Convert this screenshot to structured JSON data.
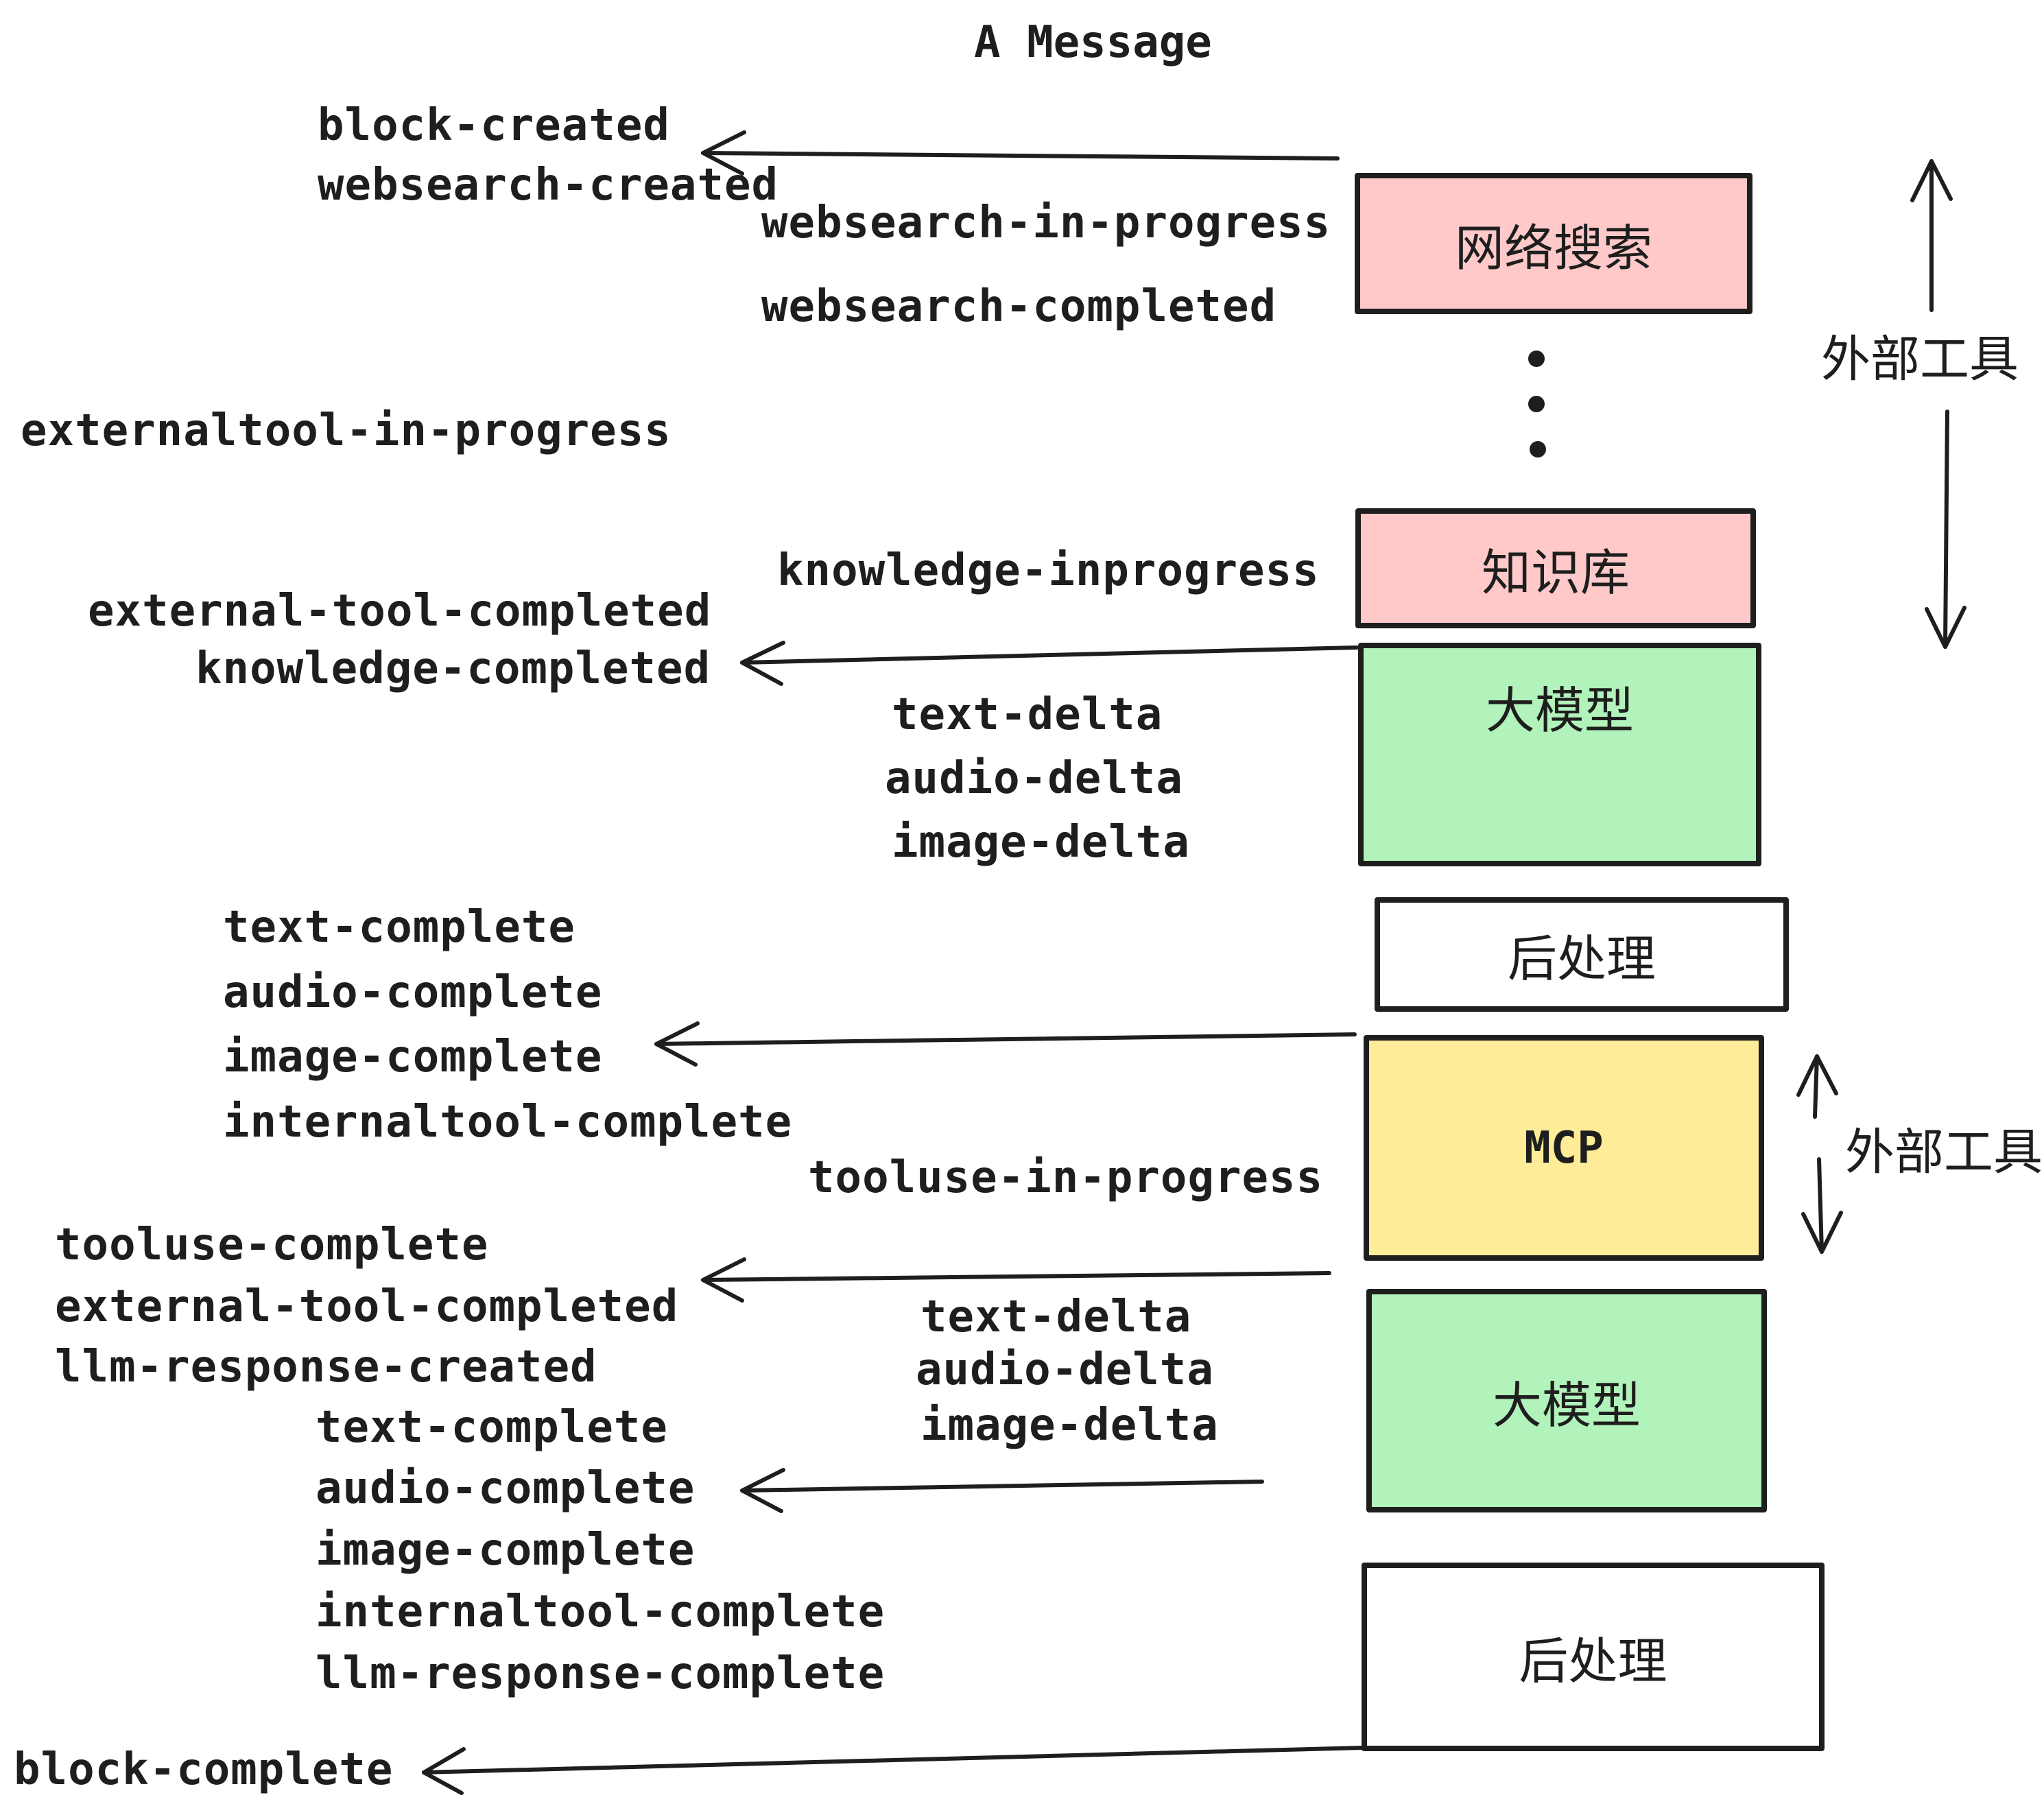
{
  "title": "A Message",
  "colors": {
    "pink": "#ffc9c9",
    "green": "#b2f2bb",
    "yellow": "#ffec99",
    "white": "#ffffff",
    "ink": "#1e1e1e"
  },
  "boxes": [
    {
      "id": "websearch",
      "label": "网络搜索",
      "color": "#ffc9c9"
    },
    {
      "id": "knowledge",
      "label": "知识库",
      "color": "#ffc9c9"
    },
    {
      "id": "llm1",
      "label": "大模型",
      "color": "#b2f2bb"
    },
    {
      "id": "post1",
      "label": "后处理",
      "color": "#ffffff"
    },
    {
      "id": "mcp",
      "label": "MCP",
      "color": "#ffec99"
    },
    {
      "id": "llm2",
      "label": "大模型",
      "color": "#b2f2bb"
    },
    {
      "id": "post2",
      "label": "后处理",
      "color": "#ffffff"
    }
  ],
  "events": {
    "block_created": "block-created",
    "websearch_created": "websearch-created",
    "websearch_in_progress": "websearch-in-progress",
    "websearch_completed": "websearch-completed",
    "externaltool_in_progress": "externaltool-in-progress",
    "knowledge_inprogress": "knowledge-inprogress",
    "external_tool_completed": "external-tool-completed",
    "knowledge_completed": "knowledge-completed",
    "text_delta": "text-delta",
    "audio_delta": "audio-delta",
    "image_delta": "image-delta",
    "text_complete": "text-complete",
    "audio_complete": "audio-complete",
    "image_complete": "image-complete",
    "internaltool_complete": "internaltool-complete",
    "tooluse_in_progress": "tooluse-in-progress",
    "tooluse_complete": "tooluse-complete",
    "llm_response_created": "llm-response-created",
    "llm_response_complete": "llm-response-complete",
    "block_complete": "block-complete"
  },
  "annotations": {
    "external_tools_top": "外部工具",
    "external_tools_mid": "外部工具"
  }
}
